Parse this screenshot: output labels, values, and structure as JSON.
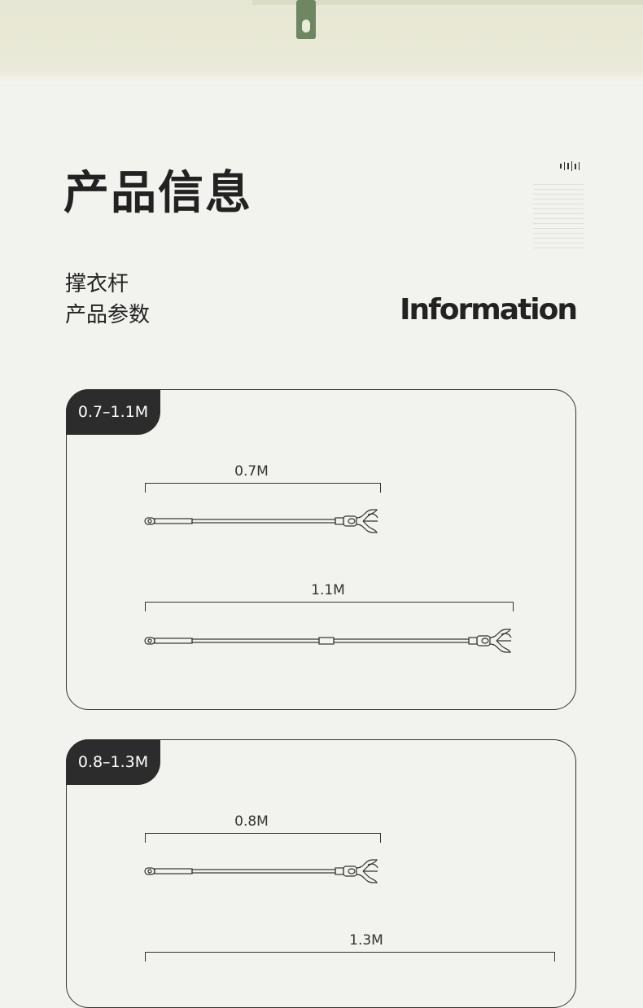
{
  "page": {
    "title": "产品信息",
    "subtitle_line1": "撑衣杆",
    "subtitle_line2": "产品参数",
    "english_title": "Information"
  },
  "variants": [
    {
      "tag": "0.7–1.1M",
      "short_label": "0.7M",
      "long_label": "1.1M"
    },
    {
      "tag": "0.8–1.3M",
      "short_label": "0.8M",
      "long_label": "1.3M"
    }
  ],
  "colors": {
    "background": "#f2f2ee",
    "tag_background": "#2c2c2c",
    "line": "#333333",
    "hero_pole": "#6e8762"
  }
}
